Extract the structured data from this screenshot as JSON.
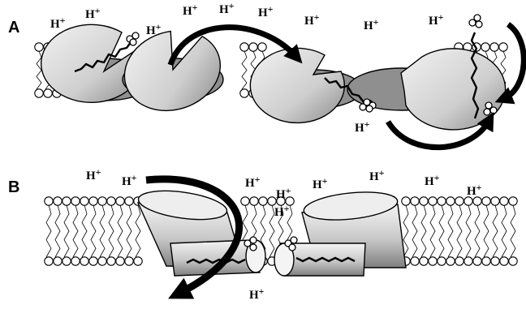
{
  "panels": [
    {
      "label": "A"
    },
    {
      "label": "B"
    }
  ],
  "ion_label": "H",
  "ion_charge": "+",
  "colors": {
    "ink": "#000000",
    "paper": "#ffffff",
    "protein_fill": "#d9d9d9",
    "protein_shadow": "#9a9a9a"
  }
}
